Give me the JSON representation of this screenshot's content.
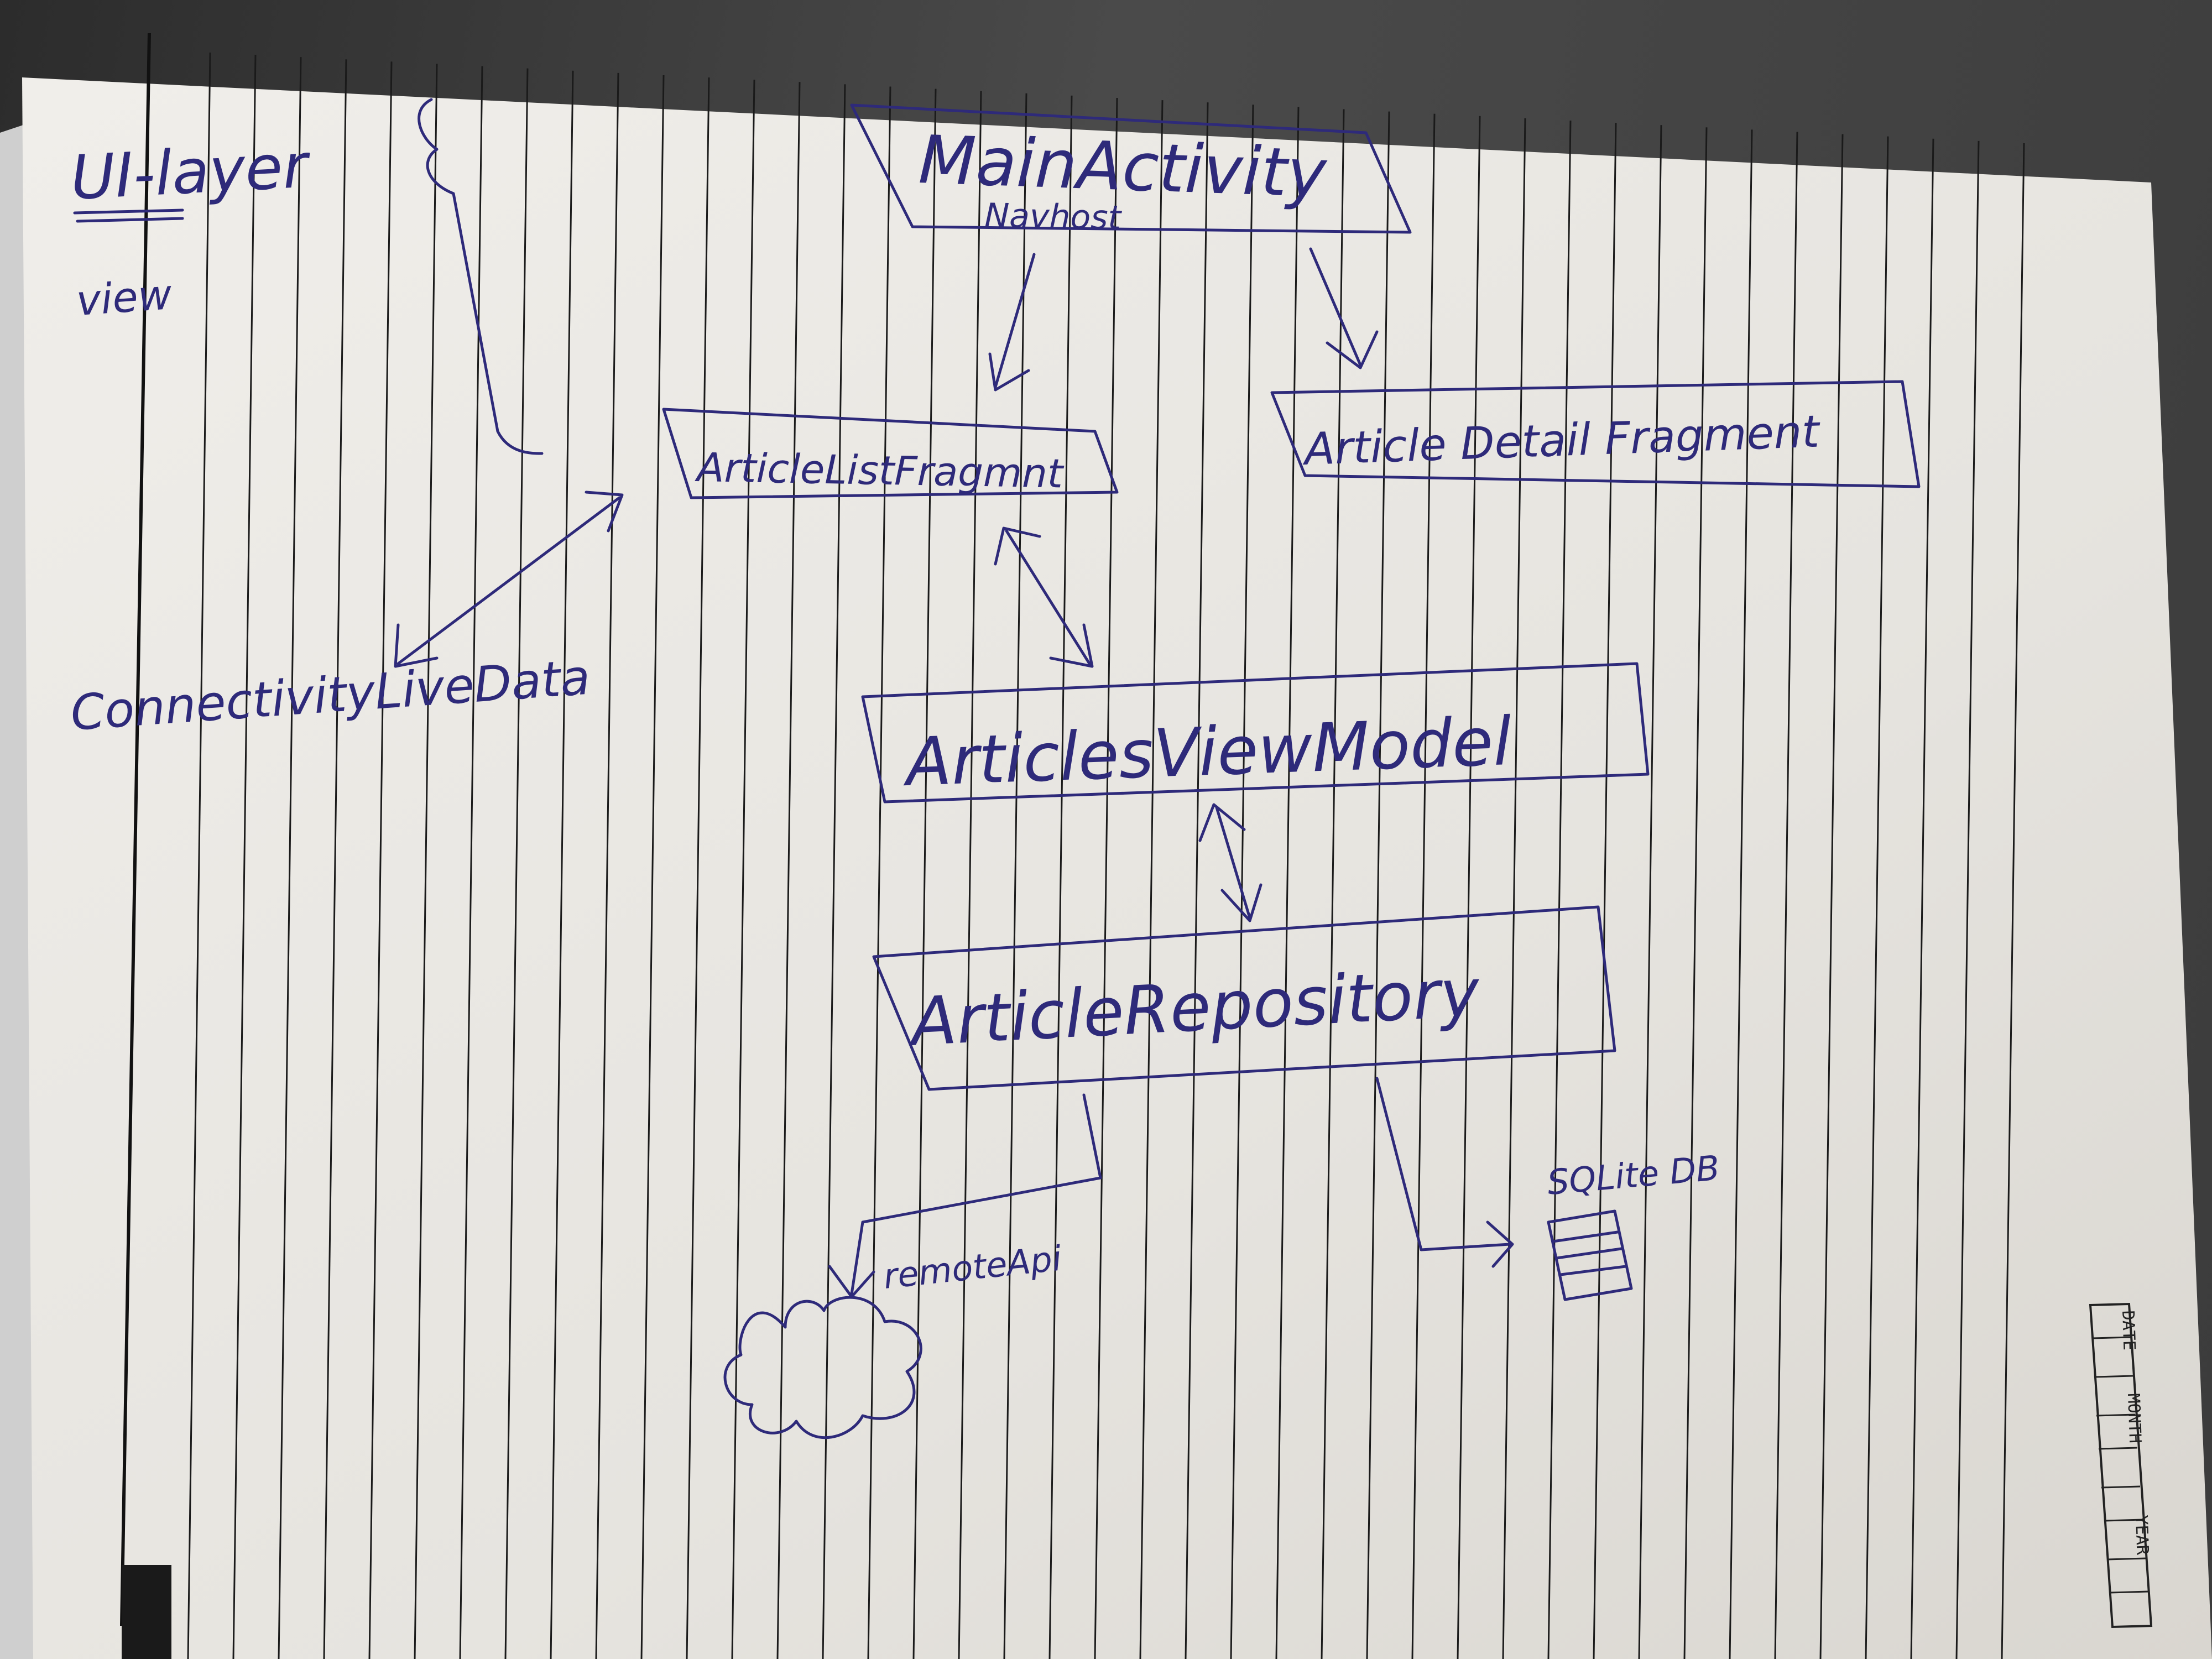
{
  "diagram": {
    "layer_label": "UI-layer",
    "view_label": "view",
    "nodes": {
      "main_activity": "MainActivity",
      "navhost": "Navhost",
      "article_list_fragment": "ArticleListFragmnt",
      "article_detail_fragment": "Article Detail Fragment",
      "articles_view_model": "ArticlesViewModel",
      "article_repository": "ArticleRepository",
      "connectivity_live_data": "ConnectivityLiveData",
      "remote_api": "remoteApi",
      "sqlite_db": "SQLite DB"
    }
  },
  "notebook_footer": {
    "date_label": "DATE",
    "month_label": "MONTH",
    "year_label": "YEAR"
  },
  "colors": {
    "ink": "#2e2a7a",
    "paper": "#e8e6e1",
    "rule_line": "#1a1a1a"
  }
}
